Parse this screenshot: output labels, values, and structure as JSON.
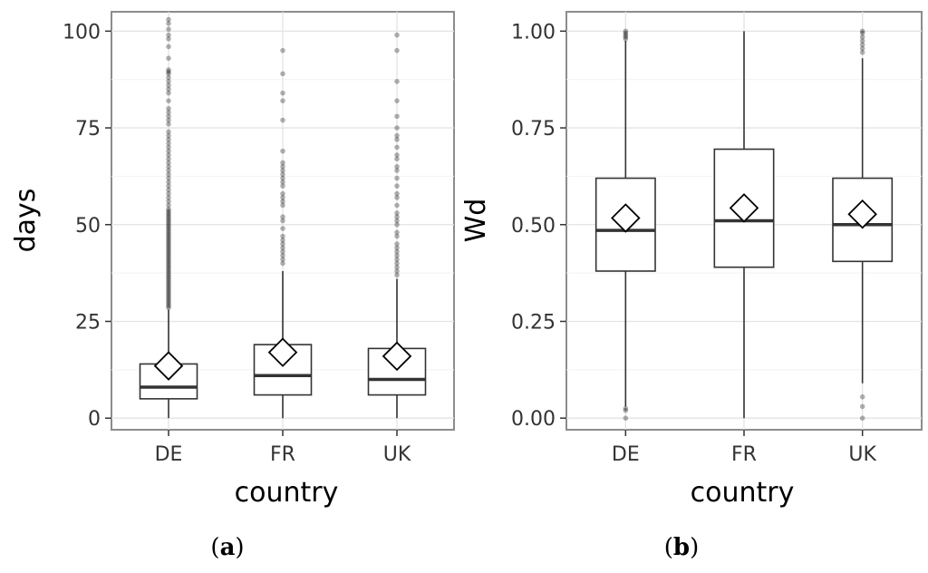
{
  "chart_data": [
    {
      "type": "box",
      "panel_label": "a",
      "xlabel": "country",
      "ylabel": "days",
      "ylim": [
        -3,
        105
      ],
      "yticks": [
        0,
        25,
        50,
        75,
        100
      ],
      "ytick_labels": [
        "0",
        "25",
        "50",
        "75",
        "100"
      ],
      "grid": true,
      "categories": [
        "DE",
        "FR",
        "UK"
      ],
      "boxes": [
        {
          "category": "DE",
          "whisker_low": 0,
          "q1": 5,
          "median": 8,
          "q3": 14,
          "whisker_high": 28,
          "mean": 13.5,
          "outliers": [
            28.5,
            29,
            29.5,
            30,
            30.5,
            31,
            31.5,
            32,
            32.5,
            33,
            33.5,
            34,
            34.5,
            35,
            35.5,
            36,
            36.5,
            37,
            37.5,
            38,
            38.5,
            39,
            39.5,
            40,
            40.5,
            41,
            41.5,
            42,
            42.5,
            43,
            43.5,
            44,
            44.5,
            45,
            45.5,
            46,
            46.5,
            47,
            47.5,
            48,
            48.5,
            49,
            49.5,
            50,
            50.5,
            51,
            51.5,
            52,
            52.5,
            53,
            53.5,
            54,
            55,
            56,
            57,
            58,
            59,
            60,
            61,
            62,
            63,
            64,
            65,
            66,
            67,
            68,
            69,
            70,
            71,
            72,
            73,
            74,
            76,
            77,
            78,
            79,
            80,
            82,
            84,
            85,
            86,
            87,
            88,
            89,
            89.5,
            90,
            93,
            96,
            98,
            99,
            100.5,
            102,
            103
          ]
        },
        {
          "category": "FR",
          "whisker_low": 0,
          "q1": 6,
          "median": 11,
          "q3": 19,
          "whisker_high": 38,
          "mean": 17,
          "outliers": [
            40,
            41,
            42,
            43,
            44,
            45,
            46,
            47,
            49,
            51,
            52,
            55,
            56,
            57,
            58,
            60,
            61,
            62,
            63,
            64,
            65,
            66,
            69,
            77,
            82,
            84,
            89,
            95
          ]
        },
        {
          "category": "UK",
          "whisker_low": 0,
          "q1": 6,
          "median": 10,
          "q3": 18,
          "whisker_high": 36,
          "mean": 16,
          "outliers": [
            37,
            38,
            39,
            40,
            41,
            42,
            43,
            44,
            45,
            47,
            48,
            50,
            51,
            52,
            53,
            55,
            57,
            58,
            60,
            62,
            64,
            65,
            67,
            68,
            70,
            72,
            73,
            75,
            78,
            82,
            87,
            95,
            99
          ]
        }
      ]
    },
    {
      "type": "box",
      "panel_label": "b",
      "xlabel": "country",
      "ylabel": "Wd",
      "ylim": [
        -0.03,
        1.05
      ],
      "yticks": [
        0,
        0.25,
        0.5,
        0.75,
        1.0
      ],
      "ytick_labels": [
        "0.00",
        "0.25",
        "0.50",
        "0.75",
        "1.00"
      ],
      "grid": true,
      "categories": [
        "DE",
        "FR",
        "UK"
      ],
      "boxes": [
        {
          "category": "DE",
          "whisker_low": 0.03,
          "q1": 0.38,
          "median": 0.485,
          "q3": 0.62,
          "whisker_high": 0.975,
          "mean": 0.517,
          "outliers": [
            0.0,
            0.02,
            0.025,
            0.98,
            0.985,
            0.99,
            0.995,
            1.0
          ]
        },
        {
          "category": "FR",
          "whisker_low": 0.0,
          "q1": 0.39,
          "median": 0.51,
          "q3": 0.695,
          "whisker_high": 1.0,
          "mean": 0.543,
          "outliers": []
        },
        {
          "category": "UK",
          "whisker_low": 0.09,
          "q1": 0.405,
          "median": 0.5,
          "q3": 0.62,
          "whisker_high": 0.93,
          "mean": 0.527,
          "outliers": [
            0.0,
            0.03,
            0.055,
            0.945,
            0.955,
            0.965,
            0.975,
            0.985,
            0.995,
            1.0
          ]
        }
      ]
    }
  ]
}
